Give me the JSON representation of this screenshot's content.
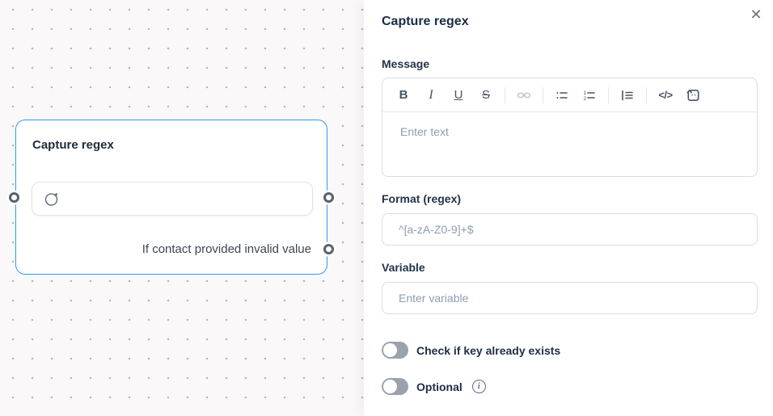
{
  "canvas": {
    "node": {
      "title": "Capture regex",
      "input_icon": "chat-bubble-icon",
      "error_branch_label": "If contact provided invalid value"
    }
  },
  "panel": {
    "title": "Capture regex",
    "close_label": "✕",
    "message": {
      "label": "Message",
      "placeholder": "Enter text",
      "toolbar": {
        "bold": "B",
        "italic": "I",
        "underline": "U",
        "strikethrough": "S",
        "link": "link-icon",
        "bullet_list": "bullet-list-icon",
        "ordered_list": "ordered-list-icon",
        "blockquote": "blockquote-icon",
        "code": "</>",
        "emoji": "emoji-icon"
      }
    },
    "format": {
      "label": "Format (regex)",
      "placeholder": "^[a-zA-Z0-9]+$"
    },
    "variable": {
      "label": "Variable",
      "placeholder": "Enter variable"
    },
    "toggles": [
      {
        "label": "Check if key already exists",
        "state": "off"
      },
      {
        "label": "Optional",
        "state": "off",
        "has_info": true
      }
    ]
  },
  "colors": {
    "node_border": "#2e9bf0",
    "canvas_bg": "#faf8f8",
    "dark_text": "#1e2b3c",
    "placeholder": "#8f9cb3",
    "toggle_off": "#9aa2ae",
    "port_ring": "#5a626c"
  }
}
